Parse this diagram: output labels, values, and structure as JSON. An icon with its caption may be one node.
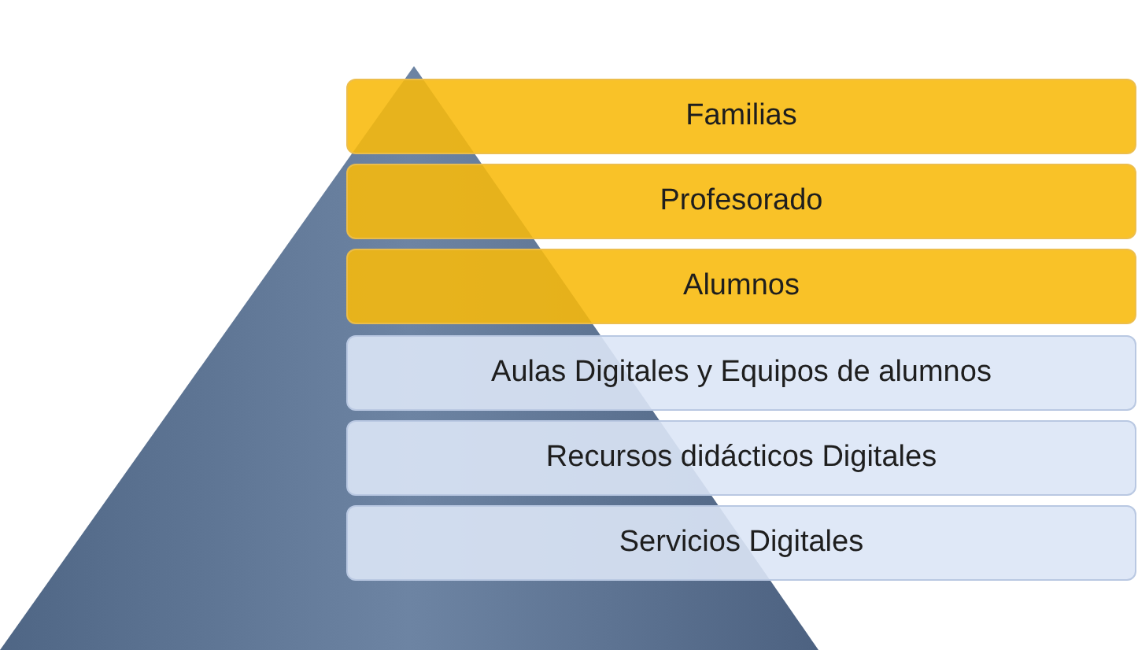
{
  "diagram": {
    "nodes": [
      {
        "text": [
          "Familias"
        ]
      },
      {
        "text": [
          "Profesorado"
        ]
      },
      {
        "text": [
          "Alumnos"
        ]
      },
      {
        "text": [
          "Aulas Digitales y Equipos de alumnos"
        ]
      },
      {
        "text": [
          "Recursos didácticos Digitales"
        ]
      },
      {
        "text": [
          "Servicios Digitales"
        ]
      }
    ]
  }
}
